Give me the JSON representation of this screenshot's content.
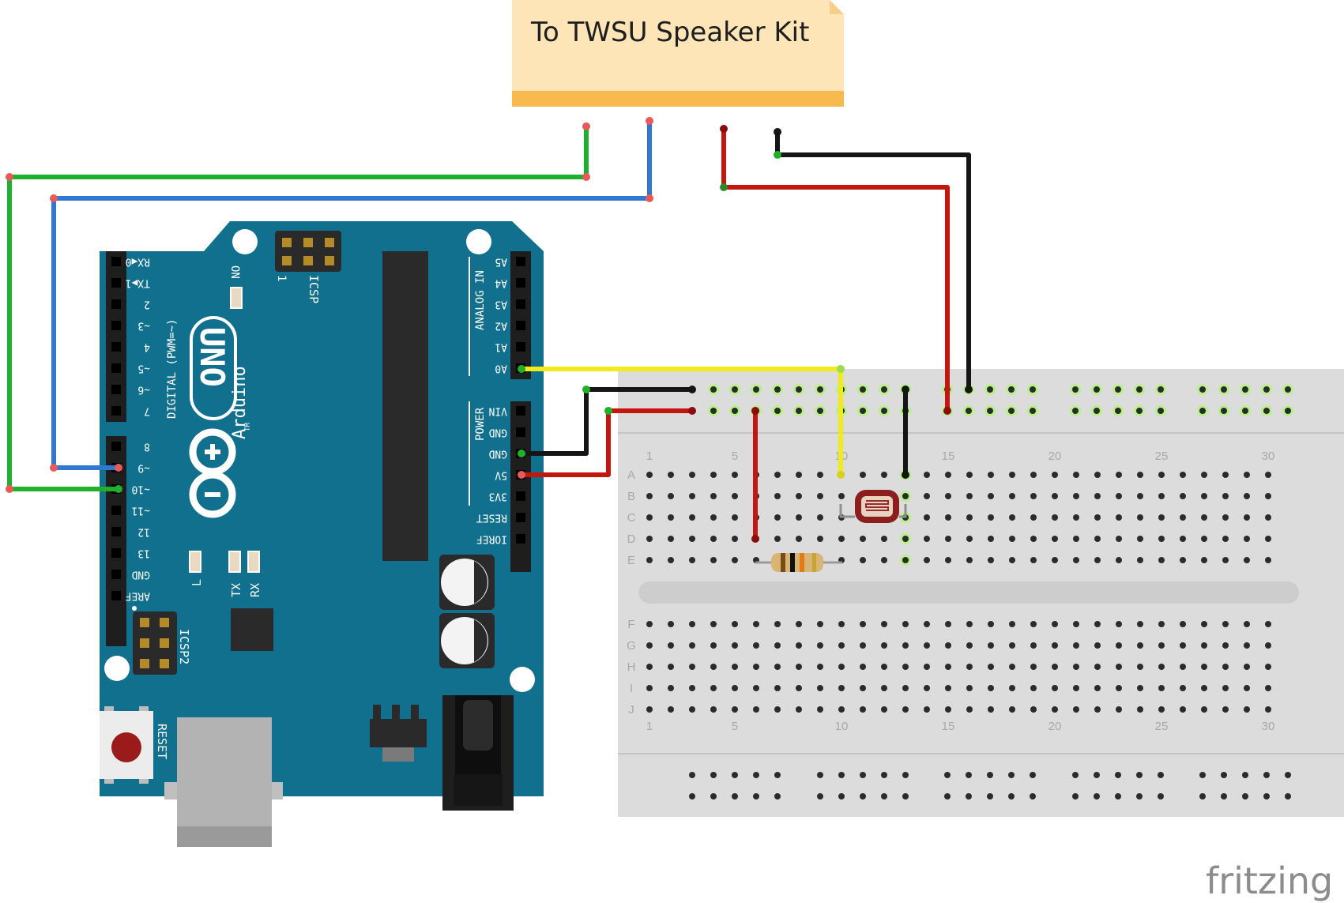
{
  "note": {
    "text": "To TWSU Speaker Kit"
  },
  "brand": {
    "text": "fritzing"
  },
  "arduino": {
    "model": "UNO",
    "name": "Arduino",
    "tm": "TM",
    "on_label": "ON",
    "icsp_label": "ICSP",
    "icsp_pin1": "1",
    "icsp2_label": "ICSP2",
    "reset_label": "RESET",
    "digital_label": "DIGITAL (PWM=~)",
    "analog_label": "ANALOG IN",
    "power_label": "POWER",
    "led_l": "L",
    "led_tx": "TX",
    "led_rx": "RX",
    "digital_pins": [
      "RX◀0",
      "TX▶1",
      "2",
      "~3",
      "4",
      "~5",
      "~6",
      "7",
      "8",
      "~9",
      "~10",
      "~11",
      "12",
      "13",
      "GND",
      "AREF"
    ],
    "analog_pins": [
      "A5",
      "A4",
      "A3",
      "A2",
      "A1",
      "A0"
    ],
    "power_pins": [
      "VIN",
      "GND",
      "GND",
      "5V",
      "3V3",
      "RESET",
      "IOREF"
    ]
  },
  "breadboard": {
    "column_labels": [
      "1",
      "5",
      "10",
      "15",
      "20",
      "25",
      "30"
    ],
    "rows_top": [
      "A",
      "B",
      "C",
      "D",
      "E"
    ],
    "rows_bottom": [
      "F",
      "G",
      "H",
      "I",
      "J"
    ]
  },
  "colors": {
    "board": "#12708f",
    "wire_green": "#1fb02c",
    "wire_blue": "#2f78d4",
    "wire_red": "#c4150f",
    "wire_black": "#151515",
    "wire_yellow": "#f2ea1a",
    "note_bg": "#fde5b8",
    "note_bar": "#f8b94f",
    "breadboard": "#dcdcdc"
  }
}
